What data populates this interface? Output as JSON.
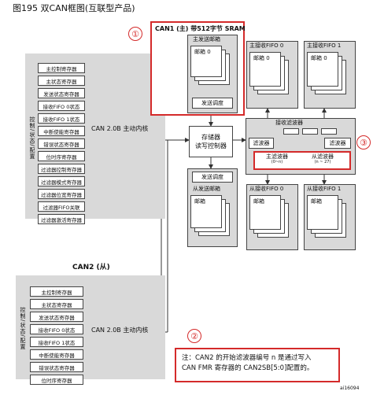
{
  "title": "图195    双CAN框图(互联型产品)",
  "can1": {
    "sram_title": "CAN1 (主) 带512字节 SRAM",
    "tx_mailbox_label": "主发送邮箱",
    "mailbox_label": "邮箱",
    "mailbox_index": "0",
    "tx_scheduler": "发送调度",
    "core_label": "CAN 2.0B  主动内核",
    "side_label": "控制/状态/配置",
    "registers": [
      "主控制寄存器",
      "主状态寄存器",
      "发送状态寄存器",
      "接收FIFO 0状态",
      "接收FIFO 1状态",
      "中断使能寄存器",
      "错误状态寄存器",
      "位时序寄存器",
      "过滤器控制寄存器",
      "过滤器模式寄存器",
      "过滤器位宽寄存器",
      "过滤器FIFO关联",
      "过滤器激活寄存器"
    ]
  },
  "fifo0": {
    "label": "主接收FIFO 0",
    "mailbox": "邮箱 0"
  },
  "fifo1": {
    "label": "主接收FIFO 1",
    "mailbox": "邮箱 0"
  },
  "memory_ctrl": {
    "line1": "存储器",
    "line2": "读写控制器"
  },
  "filters": {
    "label": "接收滤波器",
    "filter_left": "滤波器",
    "filter_right": "滤波器",
    "master_filters": "主滤波器",
    "master_range": "(0~n)",
    "slave_filters": "从滤波器",
    "slave_range": "(n ~ 27)"
  },
  "slave_tx": {
    "scheduler": "发送调度",
    "mailbox_label": "从发送邮箱",
    "mailbox": "邮箱"
  },
  "slave_fifo0": {
    "label": "从接收FIFO 0",
    "mailbox": "邮箱"
  },
  "slave_fifo1": {
    "label": "从接收FIFO 1",
    "mailbox": "邮箱"
  },
  "can2": {
    "title": "CAN2 (从)",
    "core_label": "CAN 2.0B  主动内核",
    "side_label": "控制/状态/配置",
    "registers": [
      "主控制寄存器",
      "主状态寄存器",
      "发送状态寄存器",
      "接收FIFO 0状态",
      "接收FIFO 1状态",
      "中断使能寄存器",
      "错误状态寄存器",
      "位时序寄存器"
    ]
  },
  "note": {
    "line1": "注：CAN2 的开始滤波器编号 n 是通过写入",
    "line2": "CAN  FMR 寄存器的 CAN2SB[5:0]配置的。"
  },
  "markers": [
    "①",
    "②",
    "③"
  ],
  "figure_id": "ai16094"
}
